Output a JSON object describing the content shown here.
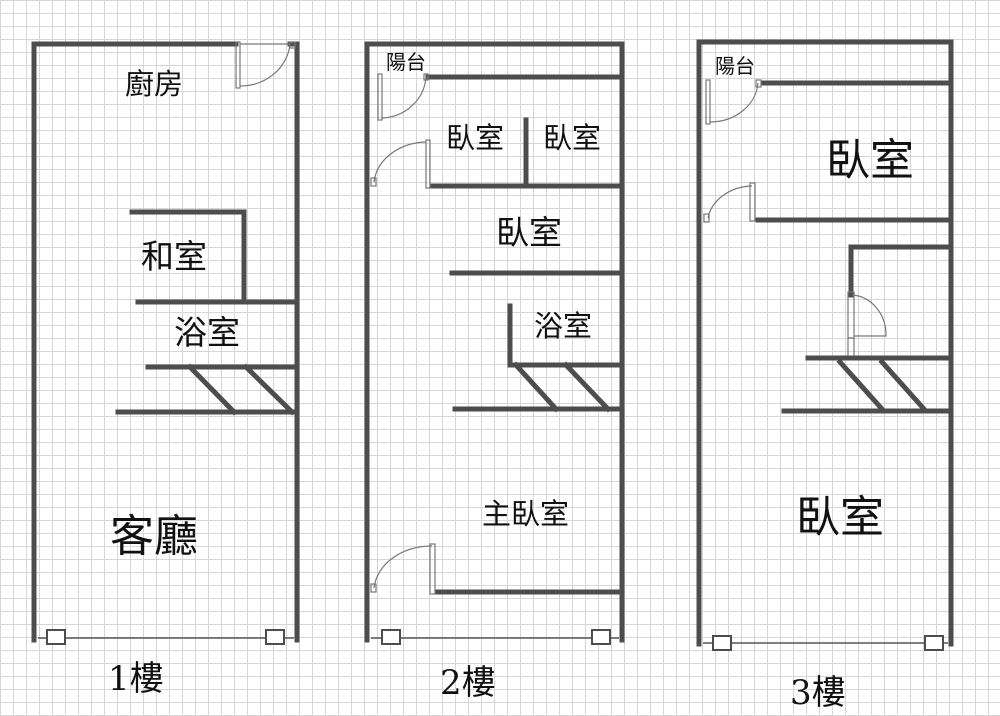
{
  "floors": [
    {
      "floor_label": "1樓",
      "rooms": {
        "kitchen": "廚房",
        "japanese_room": "和室",
        "bathroom": "浴室",
        "living_room": "客廳"
      }
    },
    {
      "floor_label": "2樓",
      "rooms": {
        "balcony": "陽台",
        "bedroom_left": "臥室",
        "bedroom_right": "臥室",
        "bedroom_middle": "臥室",
        "bathroom": "浴室",
        "master_bedroom": "主臥室"
      }
    },
    {
      "floor_label": "3樓",
      "rooms": {
        "balcony": "陽台",
        "bedroom_upper": "臥室",
        "bedroom_lower": "臥室"
      }
    }
  ]
}
